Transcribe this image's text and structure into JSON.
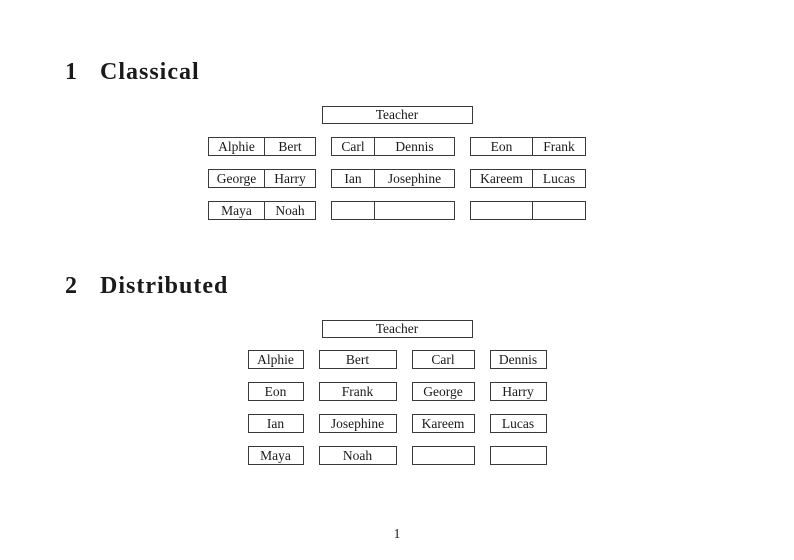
{
  "classical": {
    "heading": {
      "number": "1",
      "title": "Classical"
    },
    "teacher_label": "Teacher",
    "rows": [
      [
        [
          "Alphie",
          "Bert"
        ],
        [
          "Carl",
          "Dennis"
        ],
        [
          "Eon",
          "Frank"
        ]
      ],
      [
        [
          "George",
          "Harry"
        ],
        [
          "Ian",
          "Josephine"
        ],
        [
          "Kareem",
          "Lucas"
        ]
      ],
      [
        [
          "Maya",
          "Noah"
        ],
        [
          "",
          ""
        ],
        [
          "",
          ""
        ]
      ]
    ]
  },
  "distributed": {
    "heading": {
      "number": "2",
      "title": "Distributed"
    },
    "teacher_label": "Teacher",
    "rows": [
      [
        "Alphie",
        "Bert",
        "Carl",
        "Dennis"
      ],
      [
        "Eon",
        "Frank",
        "George",
        "Harry"
      ],
      [
        "Ian",
        "Josephine",
        "Kareem",
        "Lucas"
      ],
      [
        "Maya",
        "Noah",
        "",
        ""
      ]
    ]
  },
  "footer": {
    "page_number": "1"
  }
}
